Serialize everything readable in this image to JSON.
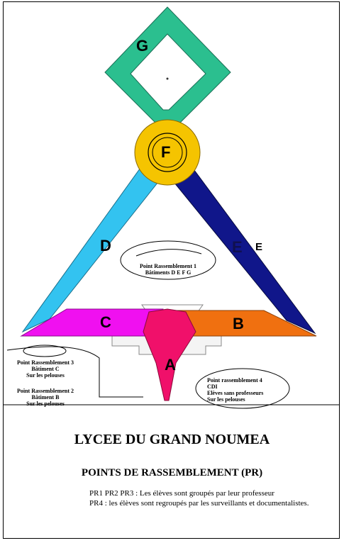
{
  "buildings": {
    "g": "G",
    "f": "F",
    "d": "D",
    "e_inner": "E",
    "e_outer": "E",
    "c": "C",
    "b": "B",
    "a": "A"
  },
  "assembly_points": {
    "pr1": {
      "line1": "Point Rassemblement  1",
      "line2": "Bâtiments  D  E  F  G"
    },
    "pr3": {
      "line1": "Point Rassemblement 3",
      "line2": "Bâtiment  C",
      "line3": "Sur les pelouses"
    },
    "pr2": {
      "line1": "Point Rassemblement 2",
      "line2": "Bâtiment B",
      "line3": "Sur les pelouses"
    },
    "pr4": {
      "line1": "Point rassemblement 4",
      "line2": "CDI",
      "line3": "Elèves sans professeurs",
      "line4": "Sur les pelouses"
    }
  },
  "school_title": "LYCEE DU GRAND NOUMEA",
  "subtitle": "POINTS DE RASSEMBLEMENT (PR)",
  "notes": {
    "line1": "PR1 PR2 PR3 : Les élèves sont groupés par leur professeur",
    "line2": "PR4 : les élèves sont regroupés par les surveillants et documentalistes."
  },
  "colors": {
    "building_g": "#2bbf8f",
    "building_f": "#f5c400",
    "building_d": "#33c3f0",
    "building_e": "#10168a",
    "building_c": "#f010f0",
    "building_b": "#f07010",
    "building_a": "#f0106a"
  }
}
